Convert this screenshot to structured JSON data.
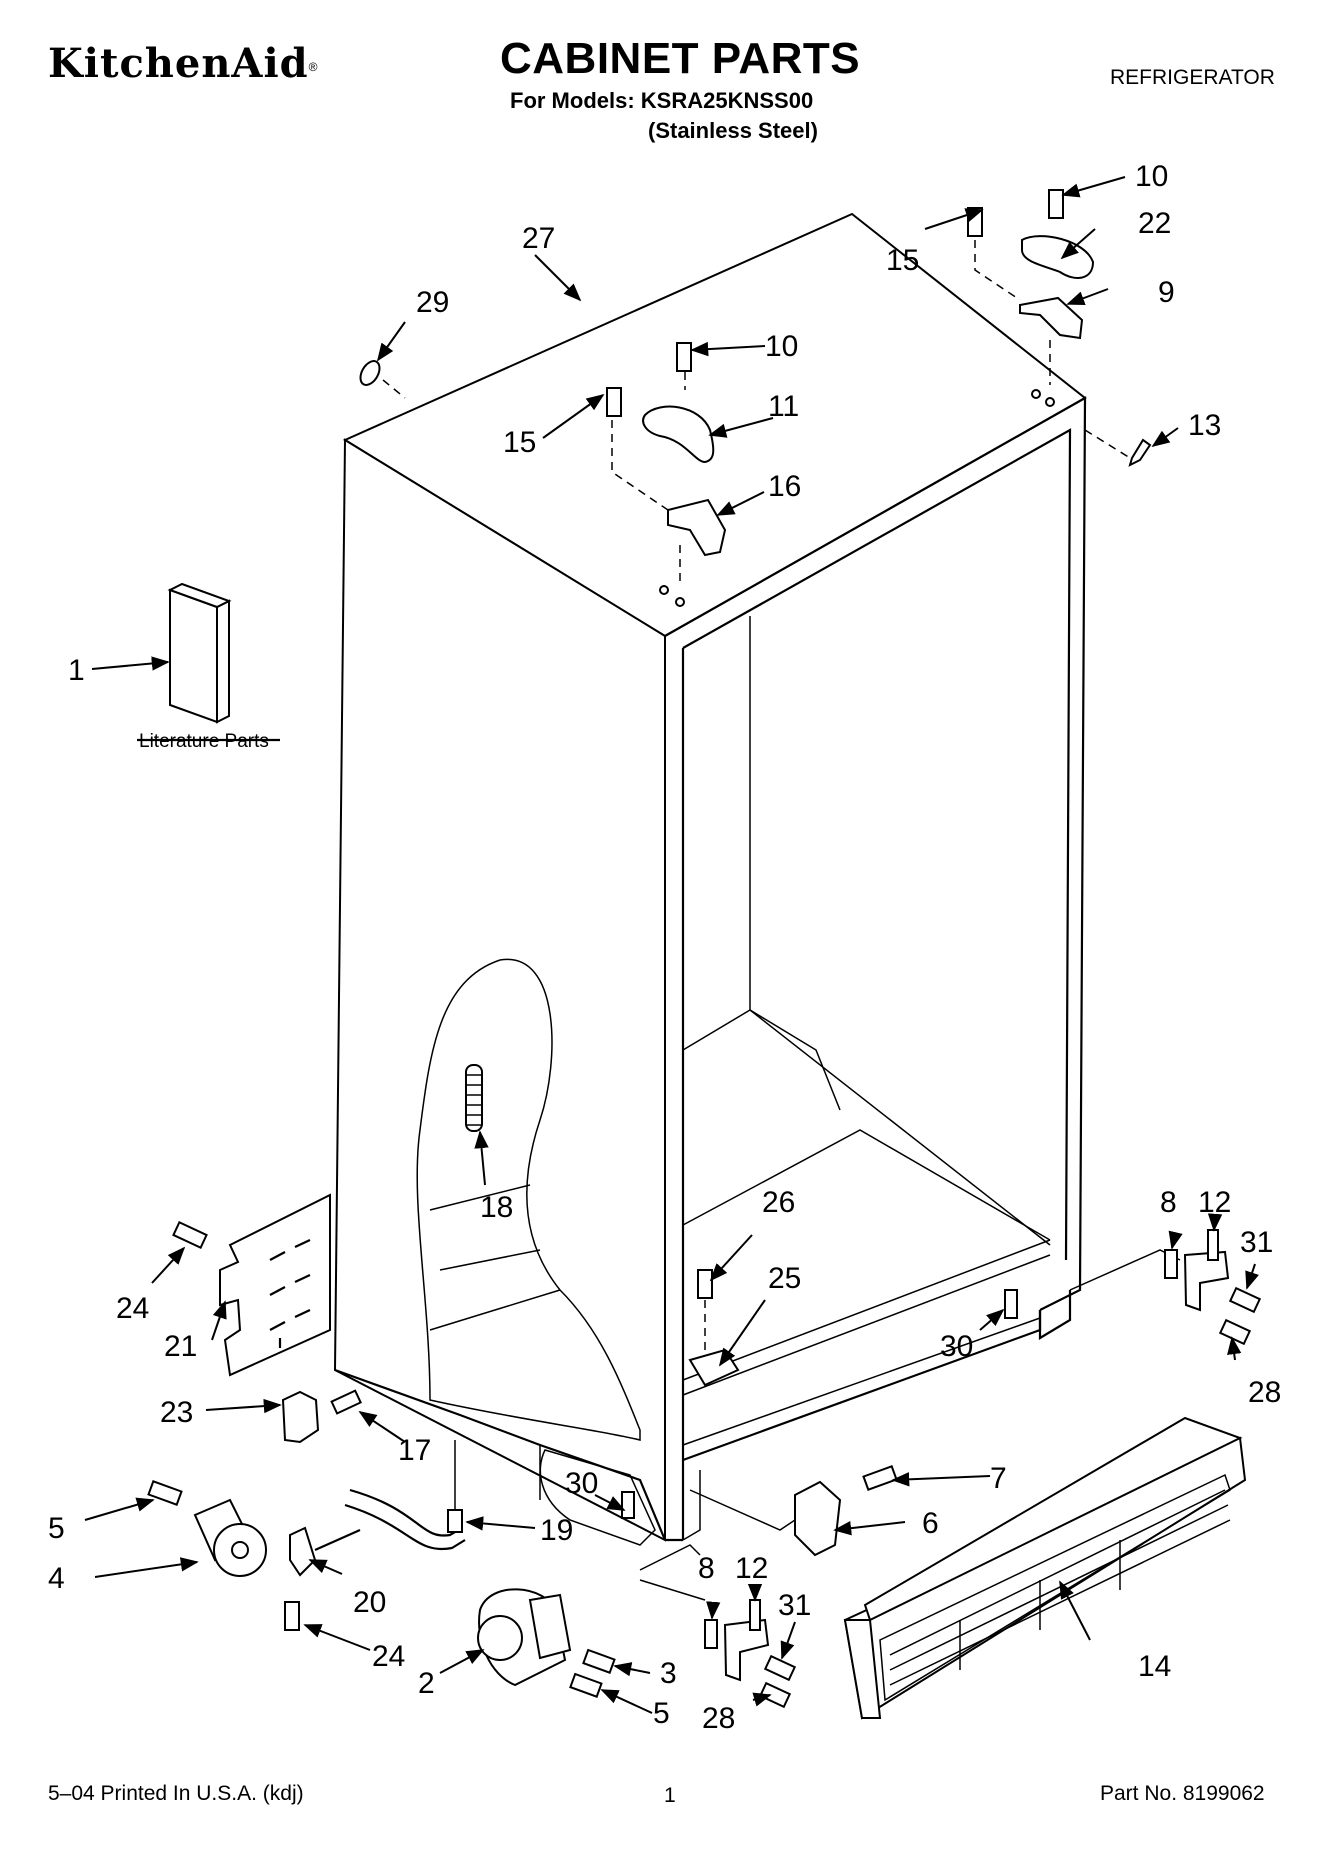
{
  "header": {
    "brand": "KitchenAid",
    "brand_mark": "®",
    "title": "CABINET PARTS",
    "models_line": "For Models: KSRA25KNSS00",
    "finish_line": "(Stainless Steel)",
    "category": "REFRIGERATOR"
  },
  "diagram": {
    "literature_label": "Literature Parts",
    "callouts": [
      "1",
      "2",
      "3",
      "4",
      "5",
      "5",
      "6",
      "7",
      "8",
      "8",
      "9",
      "10",
      "10",
      "11",
      "12",
      "12",
      "13",
      "14",
      "15",
      "15",
      "16",
      "17",
      "18",
      "19",
      "20",
      "21",
      "22",
      "23",
      "24",
      "24",
      "25",
      "26",
      "27",
      "28",
      "28",
      "29",
      "30",
      "30",
      "31",
      "31"
    ]
  },
  "footer": {
    "left": "5–04 Printed In U.S.A. (kdj)",
    "center": "1",
    "right": "Part No. 8199062"
  }
}
